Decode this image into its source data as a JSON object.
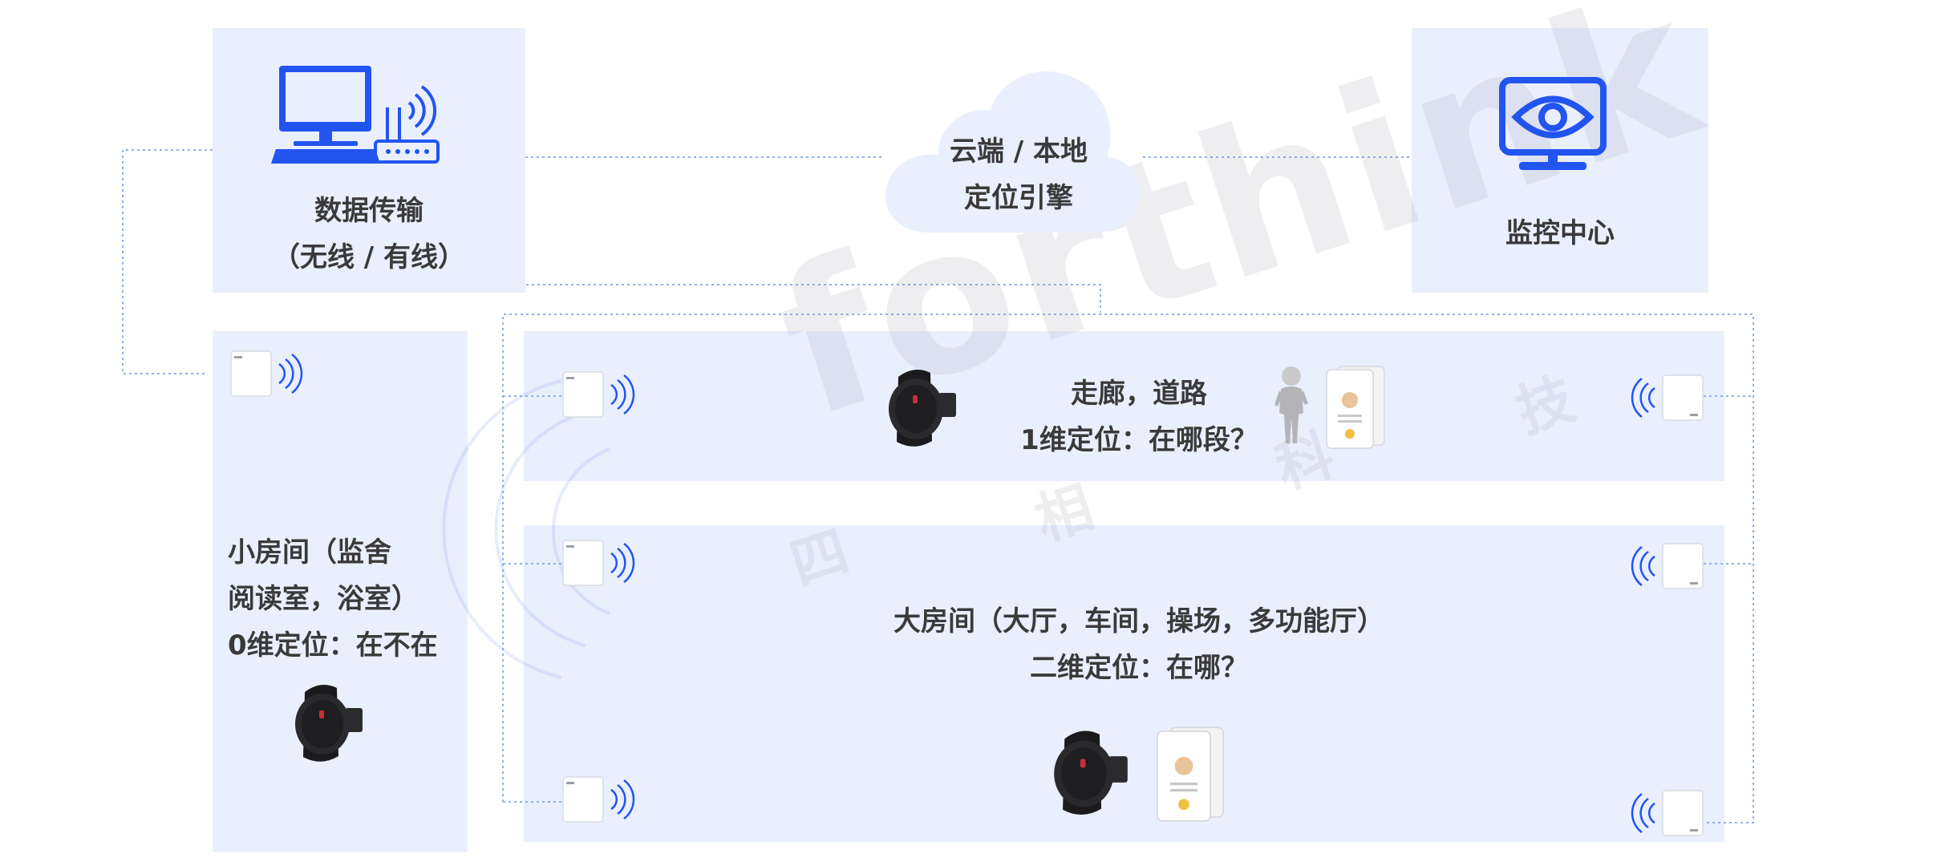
{
  "labels": {
    "data_transmission": "数据传输\n（无线 / 有线）",
    "cloud_engine": "云端 / 本地\n定位引擎",
    "monitor_center": "监控中心",
    "corridor": "走廊，道路\n1维定位：在哪段？",
    "small_room": "小房间（监舍\n阅读室，浴室）\n0维定位：在不在",
    "large_room": "大房间（大厅，车间，操场，多功能厅）\n二维定位：在哪？"
  },
  "watermark": {
    "brand": "forthink",
    "chars": [
      "四",
      "相",
      "科",
      "技"
    ]
  },
  "colors": {
    "panel": "#eaeffe",
    "accent": "#2254f0",
    "dotted_line": "#8fb0e6",
    "text": "#3a3a3a"
  },
  "icons": {
    "computer": "computer-router-icon",
    "eye_monitor": "eye-monitor-icon",
    "cloud": "cloud-icon",
    "anchor": "anchor-beacon-icon",
    "wristband": "wristband-tag-icon",
    "badge": "badge-card-icon",
    "person": "person-figure-icon"
  }
}
